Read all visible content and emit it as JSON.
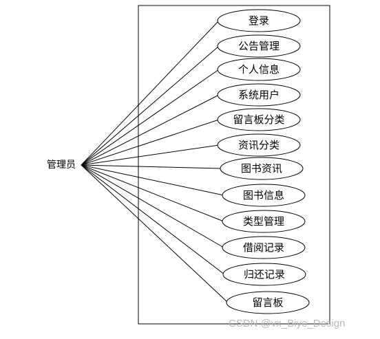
{
  "actor": {
    "label": "管理员"
  },
  "use_cases": [
    "登录",
    "公告管理",
    "个人信息",
    "系统用户",
    "留言板分类",
    "资讯分类",
    "图书资讯",
    "图书信息",
    "类型管理",
    "借阅记录",
    "归还记录",
    "留言板"
  ],
  "watermark": "CSDN @vx_Biye_Design",
  "colors": {
    "line": "#000000",
    "text": "#000000",
    "watermark": "#b8b8b8"
  }
}
